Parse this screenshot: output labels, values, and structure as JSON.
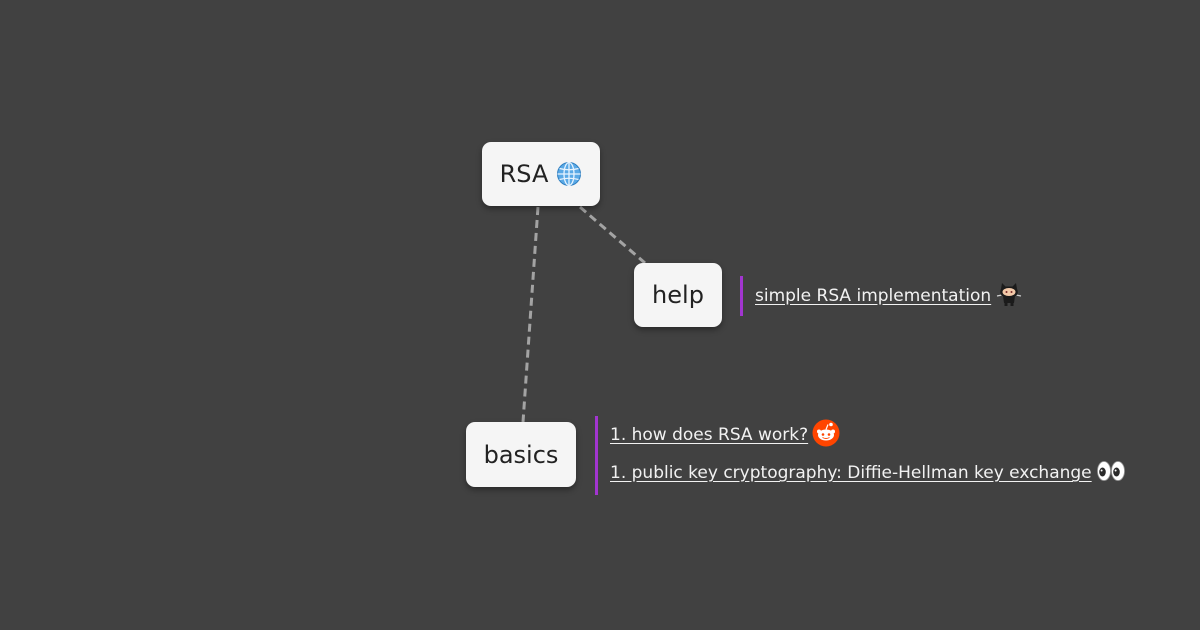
{
  "colors": {
    "background": "#414141",
    "node_fill": "#f5f5f5",
    "edge": "#a3a3a3",
    "link_bar": "#a235d0",
    "link_text": "#f2f2f2"
  },
  "nodes": {
    "root": {
      "label": "RSA",
      "icon": "globe-icon"
    },
    "help": {
      "label": "help"
    },
    "basics": {
      "label": "basics"
    }
  },
  "links": {
    "help": [
      {
        "text": "simple RSA implementation ",
        "icon": "github-octocat-icon"
      }
    ],
    "basics": [
      {
        "text": "1. how does RSA work? ",
        "icon": "reddit-icon"
      },
      {
        "text": "1. public key cryptography: Diffie-Hellman key exchange ",
        "icon": "eyes-icon"
      }
    ]
  }
}
